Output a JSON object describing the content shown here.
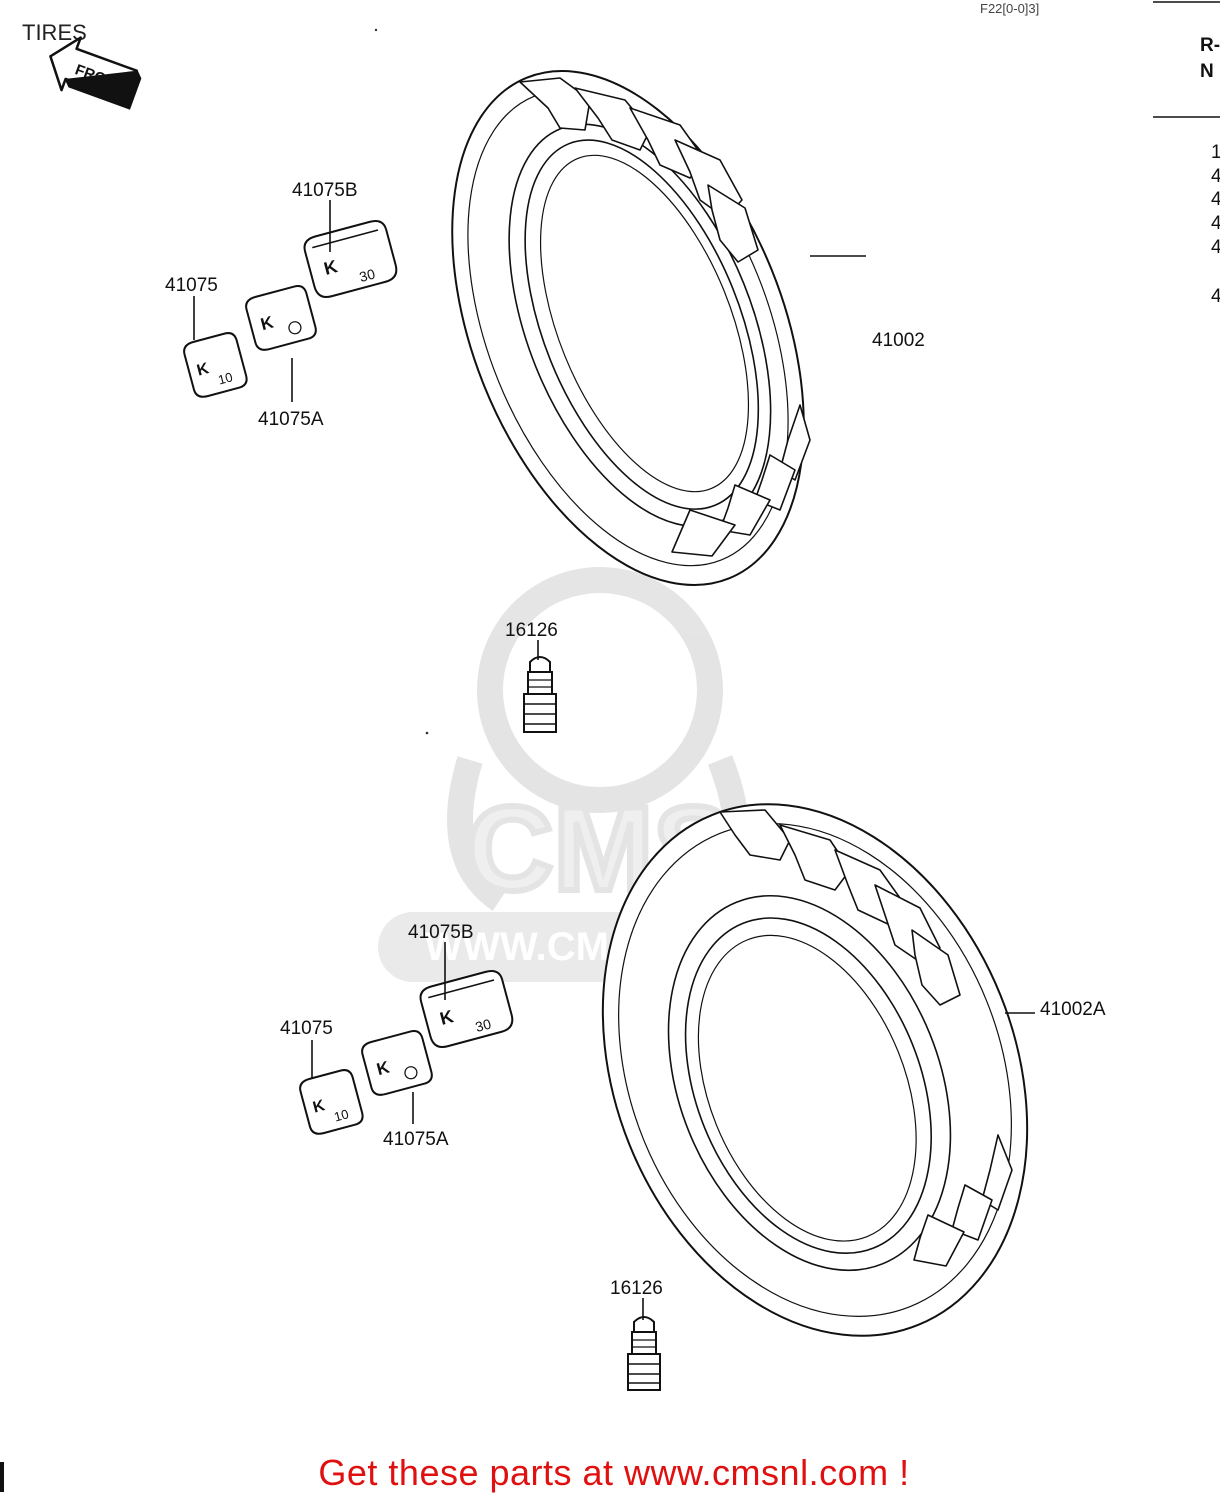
{
  "page": {
    "title": "TIRES",
    "ref_code": "F22[0-0]3]",
    "side_header": [
      "R-",
      "N"
    ],
    "side_list": [
      "1",
      "4",
      "4",
      "4",
      "4",
      "4"
    ],
    "footer_cta": "Get these parts at www.cmsnl.com !",
    "watermark_text": "WWW.CMSNL.COM",
    "watermark_logo": "CMS"
  },
  "front_arrow": {
    "label": "FRONT"
  },
  "parts": {
    "front_tire": "41002",
    "rear_tire": "41002A",
    "front_valve": "16126",
    "rear_valve": "16126",
    "front_weights": {
      "w1": "41075",
      "w2": "41075A",
      "w3": "41075B"
    },
    "rear_weights": {
      "w1": "41075",
      "w2": "41075A",
      "w3": "41075B"
    },
    "weight_marks": {
      "small": "10",
      "large": "30",
      "brand": "K"
    }
  },
  "colors": {
    "cta": "#e01010",
    "ink": "#111111",
    "watermark": "#d4d4d4"
  }
}
